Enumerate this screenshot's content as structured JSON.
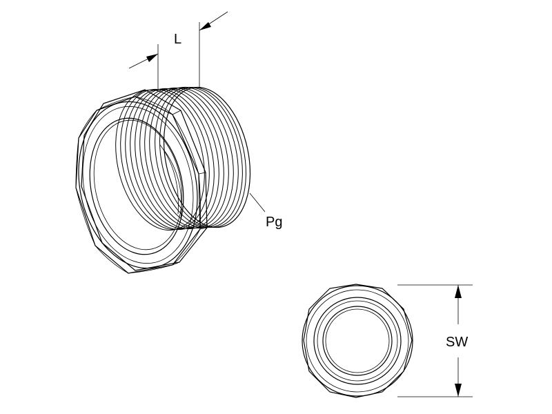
{
  "labels": {
    "length": "L",
    "thread": "Pg",
    "wrench_size": "SW"
  },
  "colors": {
    "line": "#000000",
    "background": "#ffffff"
  }
}
